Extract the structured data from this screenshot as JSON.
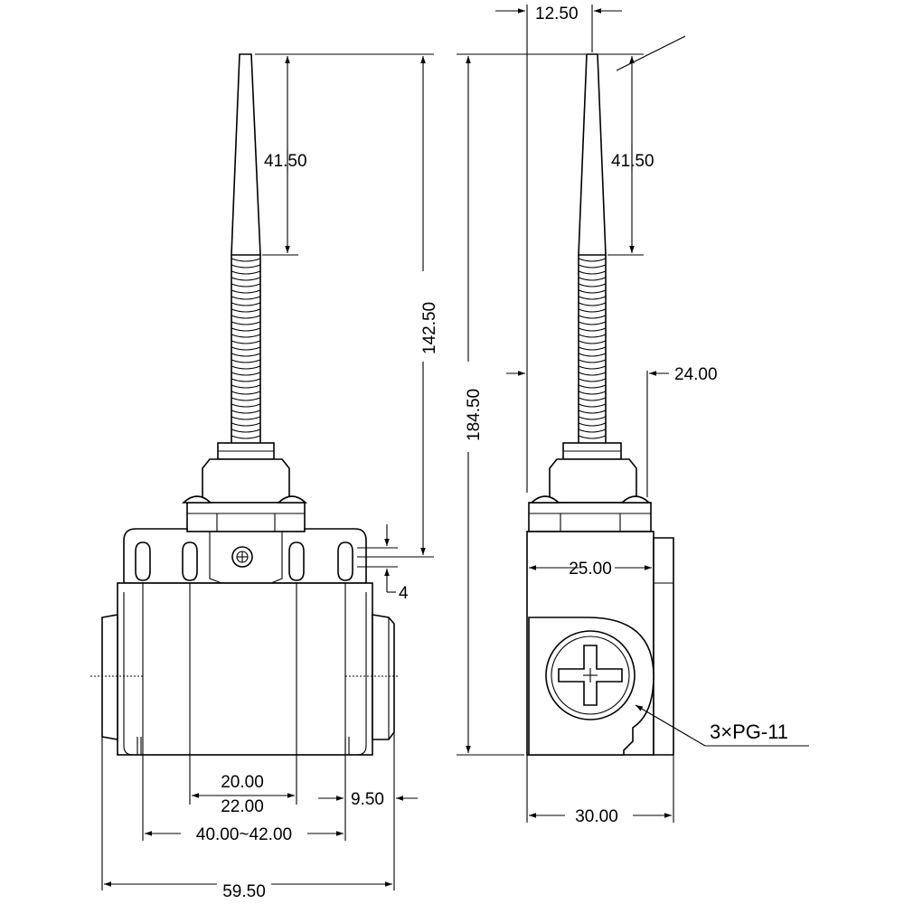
{
  "dimensions": {
    "front_rod_taper": "41.50",
    "front_total_height": "142.50",
    "front_slot_offset": "4",
    "front_inner_hole_a": "20.00",
    "front_inner_hole_b": "22.00",
    "front_outer_hole_span": "40.00~42.00",
    "front_side_hub": "9.50",
    "front_total_width": "59.50",
    "side_rod_diameter": "12.50",
    "side_rod_taper": "41.50",
    "side_total_height": "184.50",
    "side_body_top": "24.00",
    "side_body_width": "25.00",
    "side_base_width": "30.00",
    "side_conduit": "3×PG-11"
  }
}
